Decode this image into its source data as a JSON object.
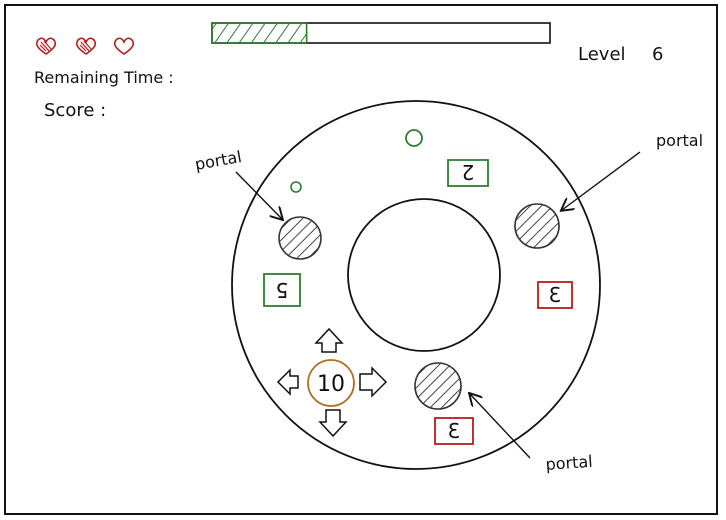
{
  "hud": {
    "lives_total": 3,
    "lives_remaining": 2,
    "remaining_time_label": "Remaining Time :",
    "score_label": "Score :",
    "level_label": "Level",
    "level_value": "6",
    "time_bar_fraction": 0.28
  },
  "portals": {
    "label": "portal"
  },
  "player": {
    "value": "10"
  },
  "tiles": [
    {
      "value": "2",
      "color": "#2e7d32"
    },
    {
      "value": "5",
      "color": "#2e7d32"
    },
    {
      "value": "3",
      "color": "#b71c1c"
    },
    {
      "value": "3",
      "color": "#b71c1c"
    }
  ],
  "colors": {
    "heart": "#b71c1c",
    "timer_fill": "#2e7d32",
    "player_ring": "#b07020",
    "pellet": "#2e7d32",
    "portal": "#555555"
  }
}
